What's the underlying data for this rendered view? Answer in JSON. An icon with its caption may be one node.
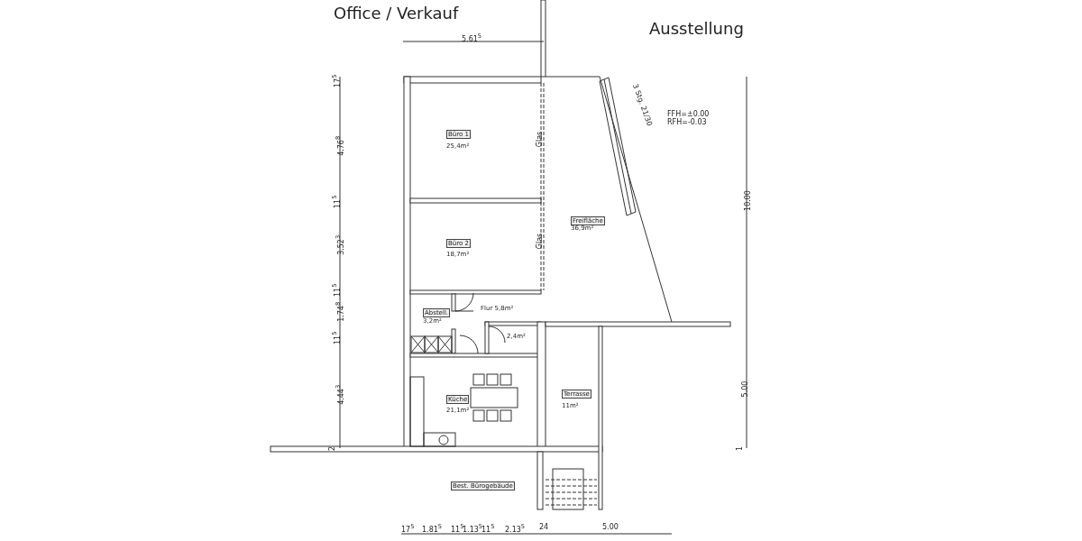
{
  "diagram": {
    "nodes": [
      {
        "text": [
          "Büro 1",
          "25,4m²"
        ]
      },
      {
        "text": [
          "Büro 2",
          "18,7m²"
        ]
      },
      {
        "text": [
          "Freifläche",
          "36,9m²"
        ]
      },
      {
        "text": [
          "Abstell.",
          "3,2m²"
        ]
      },
      {
        "text": [
          "Flur 5,8m²"
        ]
      },
      {
        "text": [
          "2,4m²"
        ]
      },
      {
        "text": [
          "Küche",
          "21,1m²"
        ]
      },
      {
        "text": [
          "Terrasse",
          "11m²"
        ]
      },
      {
        "text": [
          "Best. Bürogebäude"
        ]
      }
    ],
    "labels": [
      "Office / Verkauf",
      "Ausstellung",
      "5.61$^{5}$",
      "3 Stg. 21/30",
      "FFH=±0.00",
      "RFH=-0.03",
      "Glas",
      "Glas",
      "17$^{5}$",
      "4.76$^{8}$",
      "11$^{5}$",
      "3.52$^{3}$",
      "11$^{5}$",
      "1.74$^{8}$",
      "11$^{5}$",
      "4.44$^{3}$",
      "2",
      "10.00",
      "5.00",
      "1",
      "17$^{5}$",
      "1.81$^{5}$",
      "11$^{5}$",
      "1.13$^{5}$",
      "11$^{5}$",
      "2.13$^{5}$",
      "24",
      "5.00"
    ]
  }
}
